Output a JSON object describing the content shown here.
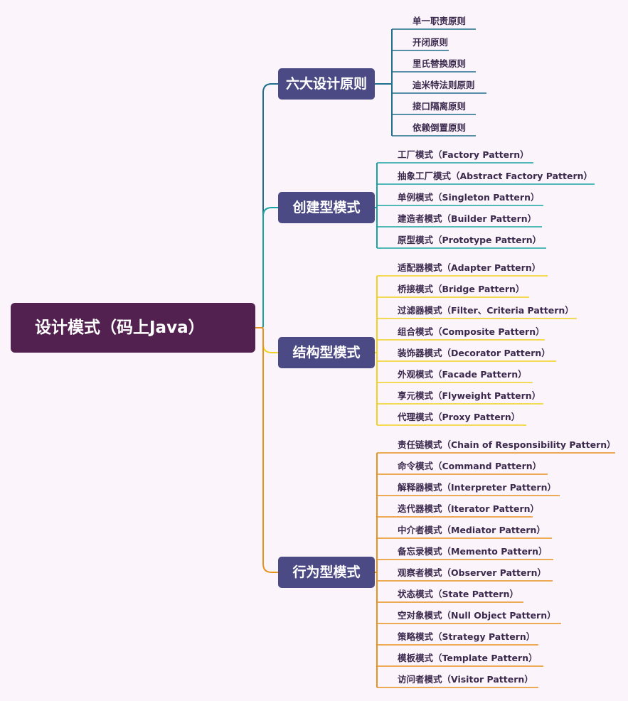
{
  "root": {
    "label": "设计模式（码上Java）"
  },
  "colors": {
    "background": "#fbf5fb",
    "root": "#522150",
    "branch_box": "#4c4a84"
  },
  "branches": [
    {
      "label": "六大设计原则",
      "color": "#1f6e8c",
      "items": [
        "单一职责原则",
        "开闭原则",
        "里氏替换原则",
        "迪米特法则原则",
        "接口隔离原则",
        "依赖倒置原则"
      ]
    },
    {
      "label": "创建型模式",
      "color": "#17a3a0",
      "items": [
        "工厂模式（Factory Pattern）",
        "抽象工厂模式（Abstract Factory Pattern）",
        "单例模式（Singleton Pattern）",
        "建造者模式（Builder Pattern）",
        "原型模式（Prototype Pattern）"
      ]
    },
    {
      "label": "结构型模式",
      "color": "#f0d21e",
      "items": [
        "适配器模式（Adapter Pattern）",
        "桥接模式（Bridge Pattern）",
        "过滤器模式（Filter、Criteria Pattern）",
        "组合模式（Composite Pattern）",
        "装饰器模式（Decorator Pattern）",
        "外观模式（Facade Pattern）",
        "享元模式（Flyweight Pattern）",
        "代理模式（Proxy Pattern）"
      ]
    },
    {
      "label": "行为型模式",
      "color": "#e8921e",
      "items": [
        "责任链模式（Chain of Responsibility Pattern）",
        "命令模式（Command Pattern）",
        "解释器模式（Interpreter Pattern）",
        "迭代器模式（Iterator Pattern）",
        "中介者模式（Mediator Pattern）",
        "备忘录模式（Memento Pattern）",
        "观察者模式（Observer Pattern）",
        "状态模式（State Pattern）",
        "空对象模式（Null Object Pattern）",
        "策略模式（Strategy Pattern）",
        "模板模式（Template Pattern）",
        "访问者模式（Visitor Pattern）"
      ]
    }
  ]
}
